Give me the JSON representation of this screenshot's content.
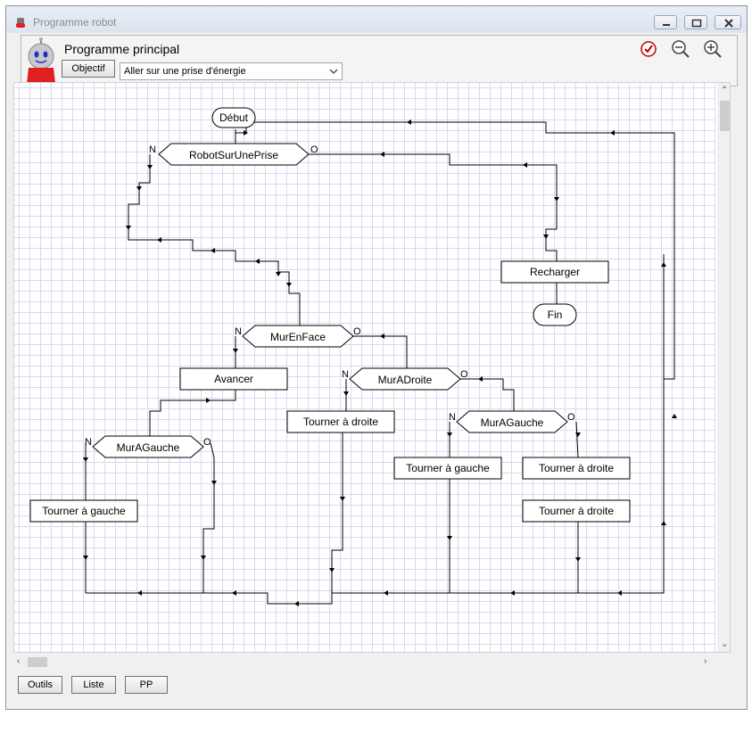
{
  "window": {
    "title": "Programme robot"
  },
  "header": {
    "program_title": "Programme principal",
    "objective_button": "Objectif",
    "objective_select": "Aller sur une prise d'énergie"
  },
  "diagram": {
    "start": "Début",
    "end": "Fin",
    "conditions": {
      "robot_sur_prise": "RobotSurUnePrise",
      "mur_en_face": "MurEnFace",
      "mur_a_droite": "MurADroite",
      "mur_a_gauche_left": "MurAGauche",
      "mur_a_gauche_right": "MurAGauche"
    },
    "branch_no": "N",
    "branch_yes": "O",
    "actions": {
      "recharger": "Recharger",
      "avancer": "Avancer",
      "tourner_droite_1": "Tourner à droite",
      "tourner_gauche_1": "Tourner à gauche",
      "tourner_gauche_2": "Tourner à gauche",
      "tourner_droite_2": "Tourner à droite",
      "tourner_droite_3": "Tourner à droite"
    }
  },
  "footer": {
    "tools_button": "Outils",
    "list_button": "Liste",
    "pp_button": "PP"
  },
  "colors": {
    "grid": "#d9d9f2",
    "robot_body": "#e02020",
    "check": "#c00000"
  }
}
